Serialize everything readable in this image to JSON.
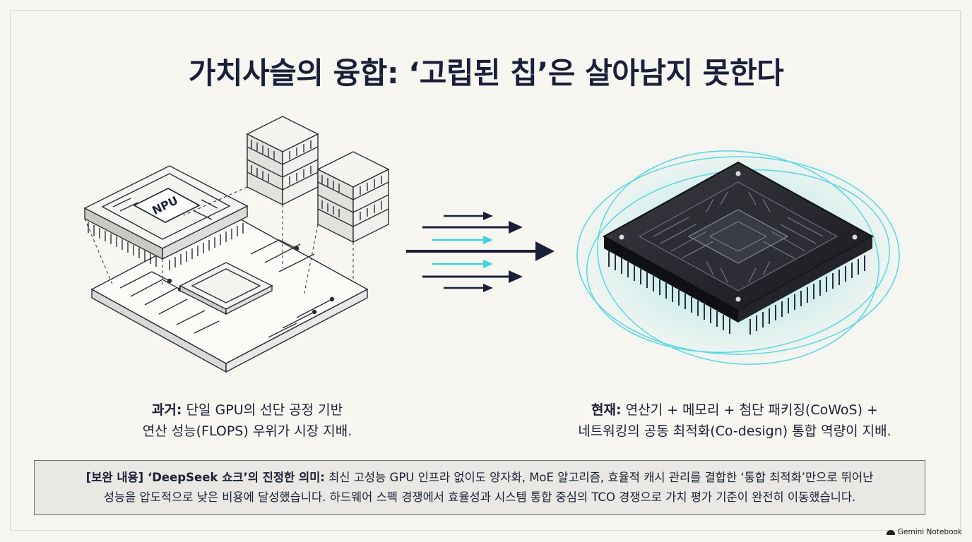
{
  "title": "가치사슬의 융합: ‘고립된 칩’은 살아남지 못한다",
  "illustration": {
    "npu_label": "NPU"
  },
  "captions": {
    "past": {
      "label": "과거:",
      "line1": " 단일 GPU의 선단 공정 기반",
      "line2": "연산 성능(FLOPS) 우위가 시장 지배."
    },
    "present": {
      "label": "현재:",
      "line1": " 연산기 + 메모리 + 첨단 패키징(CoWoS) +",
      "line2": "네트워킹의 공동 최적화(Co-design) 통합 역량이 지배."
    }
  },
  "note": {
    "label": "[보완 내용] ‘DeepSeek 쇼크’의 진정한 의미:",
    "line1": " 최신 고성능 GPU 인프라 없이도 양자화, MoE 알고리즘, 효율적 캐시 관리를 결합한 ‘통합 최적화’만으로 뛰어난",
    "line2": "성능을 압도적으로 낮은 비용에 달성했습니다. 하드웨어 스펙 경쟁에서 효율성과 시스템 통합 중심의 TCO 경쟁으로 가치 평가 기준이 완전히 이동했습니다."
  },
  "brand": "Gemini Notebook",
  "colors": {
    "ink": "#1a1f3a",
    "accent_cyan": "#3fd1e0",
    "background": "#f7f6f1"
  }
}
